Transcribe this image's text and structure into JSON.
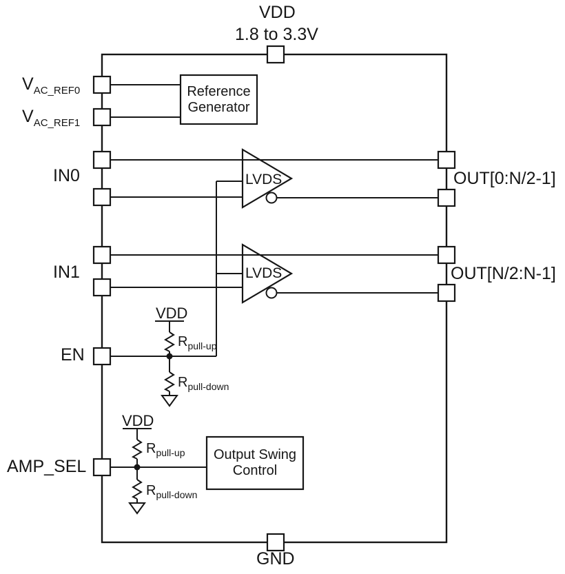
{
  "figure": {
    "supply": {
      "vdd": "VDD",
      "range": "1.8 to 3.3V",
      "gnd": "GND"
    },
    "pins": {
      "vac_ref0": {
        "base": "V",
        "sub": "AC_REF0"
      },
      "vac_ref1": {
        "base": "V",
        "sub": "AC_REF1"
      },
      "in0": "IN0",
      "in1": "IN1",
      "en": "EN",
      "amp_sel": "AMP_SEL",
      "out_upper": "OUT[0:N/2-1]",
      "out_lower": "OUT[N/2:N-1]"
    },
    "blocks": {
      "reference_generator": {
        "line1": "Reference",
        "line2": "Generator"
      },
      "output_swing_control": {
        "line1": "Output Swing",
        "line2": "Control"
      },
      "lvds_buffer_1": "LVDS",
      "lvds_buffer_2": "LVDS"
    },
    "en_network": {
      "vdd": "VDD",
      "pullup": {
        "base": "R",
        "sub": "pull-up"
      },
      "pulldown": {
        "base": "R",
        "sub": "pull-down"
      }
    },
    "amp_sel_network": {
      "vdd": "VDD",
      "pullup": {
        "base": "R",
        "sub": "pull-up"
      },
      "pulldown": {
        "base": "R",
        "sub": "pull-down"
      }
    },
    "colors": {
      "line": "#161616",
      "background": "#ffffff"
    }
  }
}
